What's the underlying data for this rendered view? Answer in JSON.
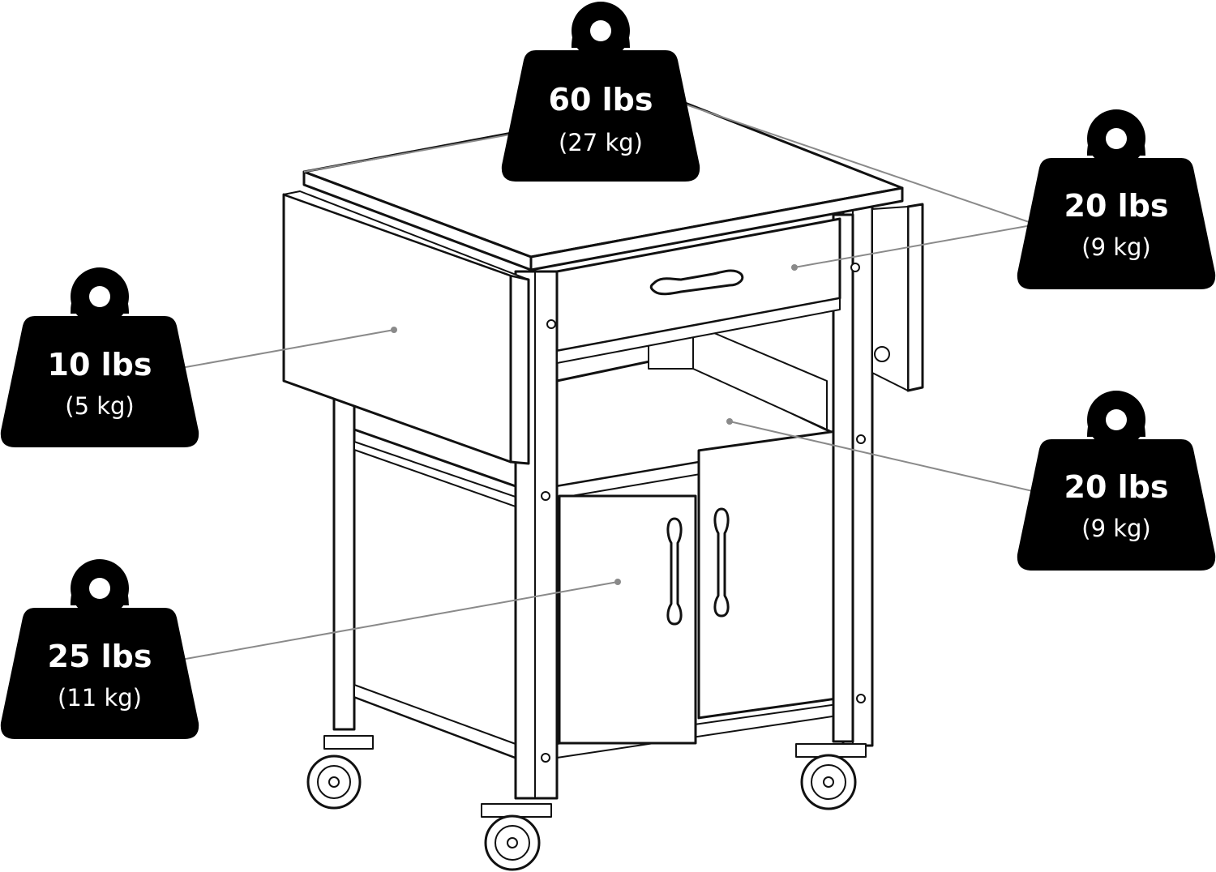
{
  "weights": [
    {
      "id": "top",
      "main": "60 lbs",
      "sub": "(27 kg)"
    },
    {
      "id": "drawer",
      "main": "20 lbs",
      "sub": "(9 kg)"
    },
    {
      "id": "leaf",
      "main": "10 lbs",
      "sub": "(5 kg)"
    },
    {
      "id": "shelf",
      "main": "20 lbs",
      "sub": "(9 kg)"
    },
    {
      "id": "cabinet",
      "main": "25 lbs",
      "sub": "(11 kg)"
    }
  ],
  "colors": {
    "weight_fill": "#000000",
    "leader": "#8a8a8a",
    "line_art": "#111111"
  },
  "icons": {
    "weight": "weight-icon",
    "product": "kitchen-cart-line-drawing"
  }
}
